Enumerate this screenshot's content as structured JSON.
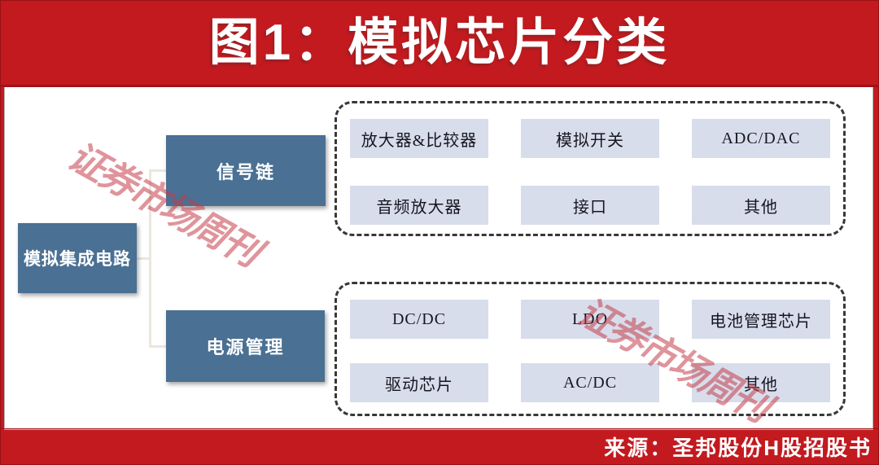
{
  "header": {
    "title": "图1：模拟芯片分类"
  },
  "footer": {
    "source": "来源：圣邦股份H股招股书"
  },
  "watermark": {
    "text": "证券市场周刊"
  },
  "tree": {
    "root": {
      "label": "模拟集成电路"
    },
    "branches": [
      {
        "label": "信号链",
        "children": [
          "放大器&比较器",
          "模拟开关",
          "ADC/DAC",
          "音频放大器",
          "接口",
          "其他"
        ]
      },
      {
        "label": "电源管理",
        "children": [
          "DC/DC",
          "LDO",
          "电池管理芯片",
          "驱动芯片",
          "AC/DC",
          "其他"
        ]
      }
    ]
  },
  "colors": {
    "band_red": "#c21a1f",
    "node_blue": "#4a7093",
    "leaf_bg": "#d8ddec",
    "connector": "#ebe7db",
    "watermark": "rgba(197,60,72,0.55)"
  }
}
